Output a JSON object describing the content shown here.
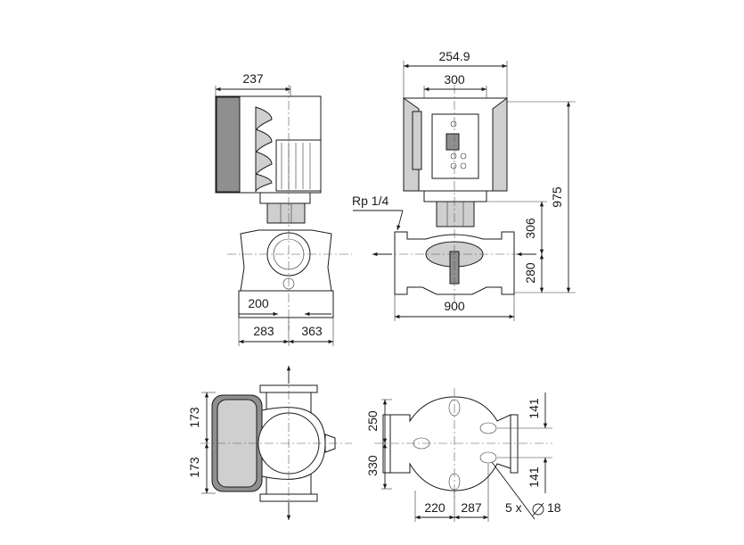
{
  "dimensions": {
    "side_width": "237",
    "front_overall": "254.9",
    "front_head": "300",
    "height_total": "975",
    "height_upper": "306",
    "height_lower": "280",
    "port_label": "Rp 1/4",
    "base_length": "900",
    "side_offset": "200",
    "side_left": "283",
    "side_right": "363",
    "top_upper": "173",
    "top_lower": "173",
    "flange_upper": "250",
    "flange_lower": "330",
    "hole_upper": "141",
    "hole_lower": "141",
    "base_left": "220",
    "base_right": "287",
    "holes_count": "5 x",
    "holes_diameter": "18"
  },
  "colors": {
    "line": "#1a1a1a",
    "fill_grey": "#cfcfcf",
    "fill_dark": "#8f8f8f"
  }
}
